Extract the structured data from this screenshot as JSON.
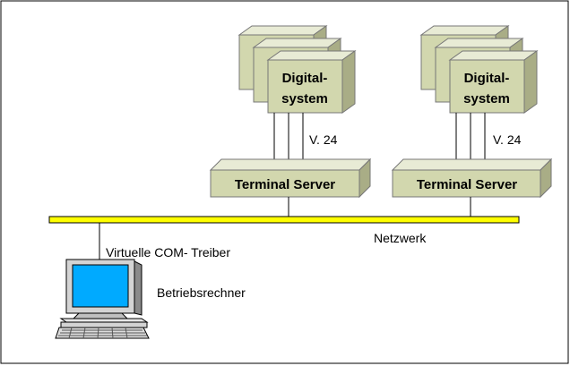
{
  "diagram": {
    "groups": [
      {
        "system_line1": "Digital-",
        "system_line2": "system",
        "interface_label": "V. 24",
        "server_label": "Terminal Server"
      },
      {
        "system_line1": "Digital-",
        "system_line2": "system",
        "interface_label": "V. 24",
        "server_label": "Terminal Server"
      }
    ],
    "network_label": "Netzwerk",
    "driver_label": "Virtuelle COM- Treiber",
    "computer_label": "Betriebsrechner",
    "colors": {
      "box_front": "#d2d7ae",
      "box_top": "#e8ebd5",
      "box_side": "#a9ad86",
      "network_bus": "#ffff00",
      "monitor_screen": "#00aaff",
      "computer_body": "#d4d4d4"
    }
  }
}
